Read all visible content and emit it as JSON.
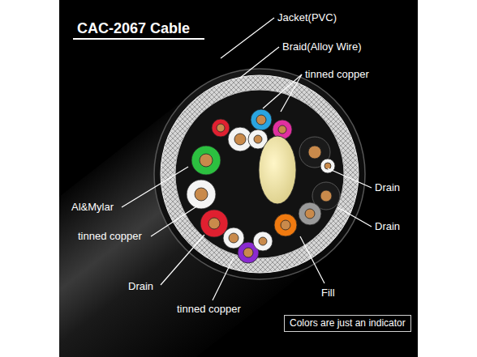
{
  "diagram": {
    "title": "CAC-2067 Cable",
    "nodes": [
      {
        "text": [
          "Colors are just an indicator"
        ]
      }
    ],
    "labels": [
      "Jacket(PVC)",
      "Braid(Alloy Wire)",
      "tinned copper",
      "Drain",
      "Drain",
      "Al&Mylar",
      "tinned copper",
      "Drain",
      "Fill",
      "tinned copper"
    ]
  }
}
